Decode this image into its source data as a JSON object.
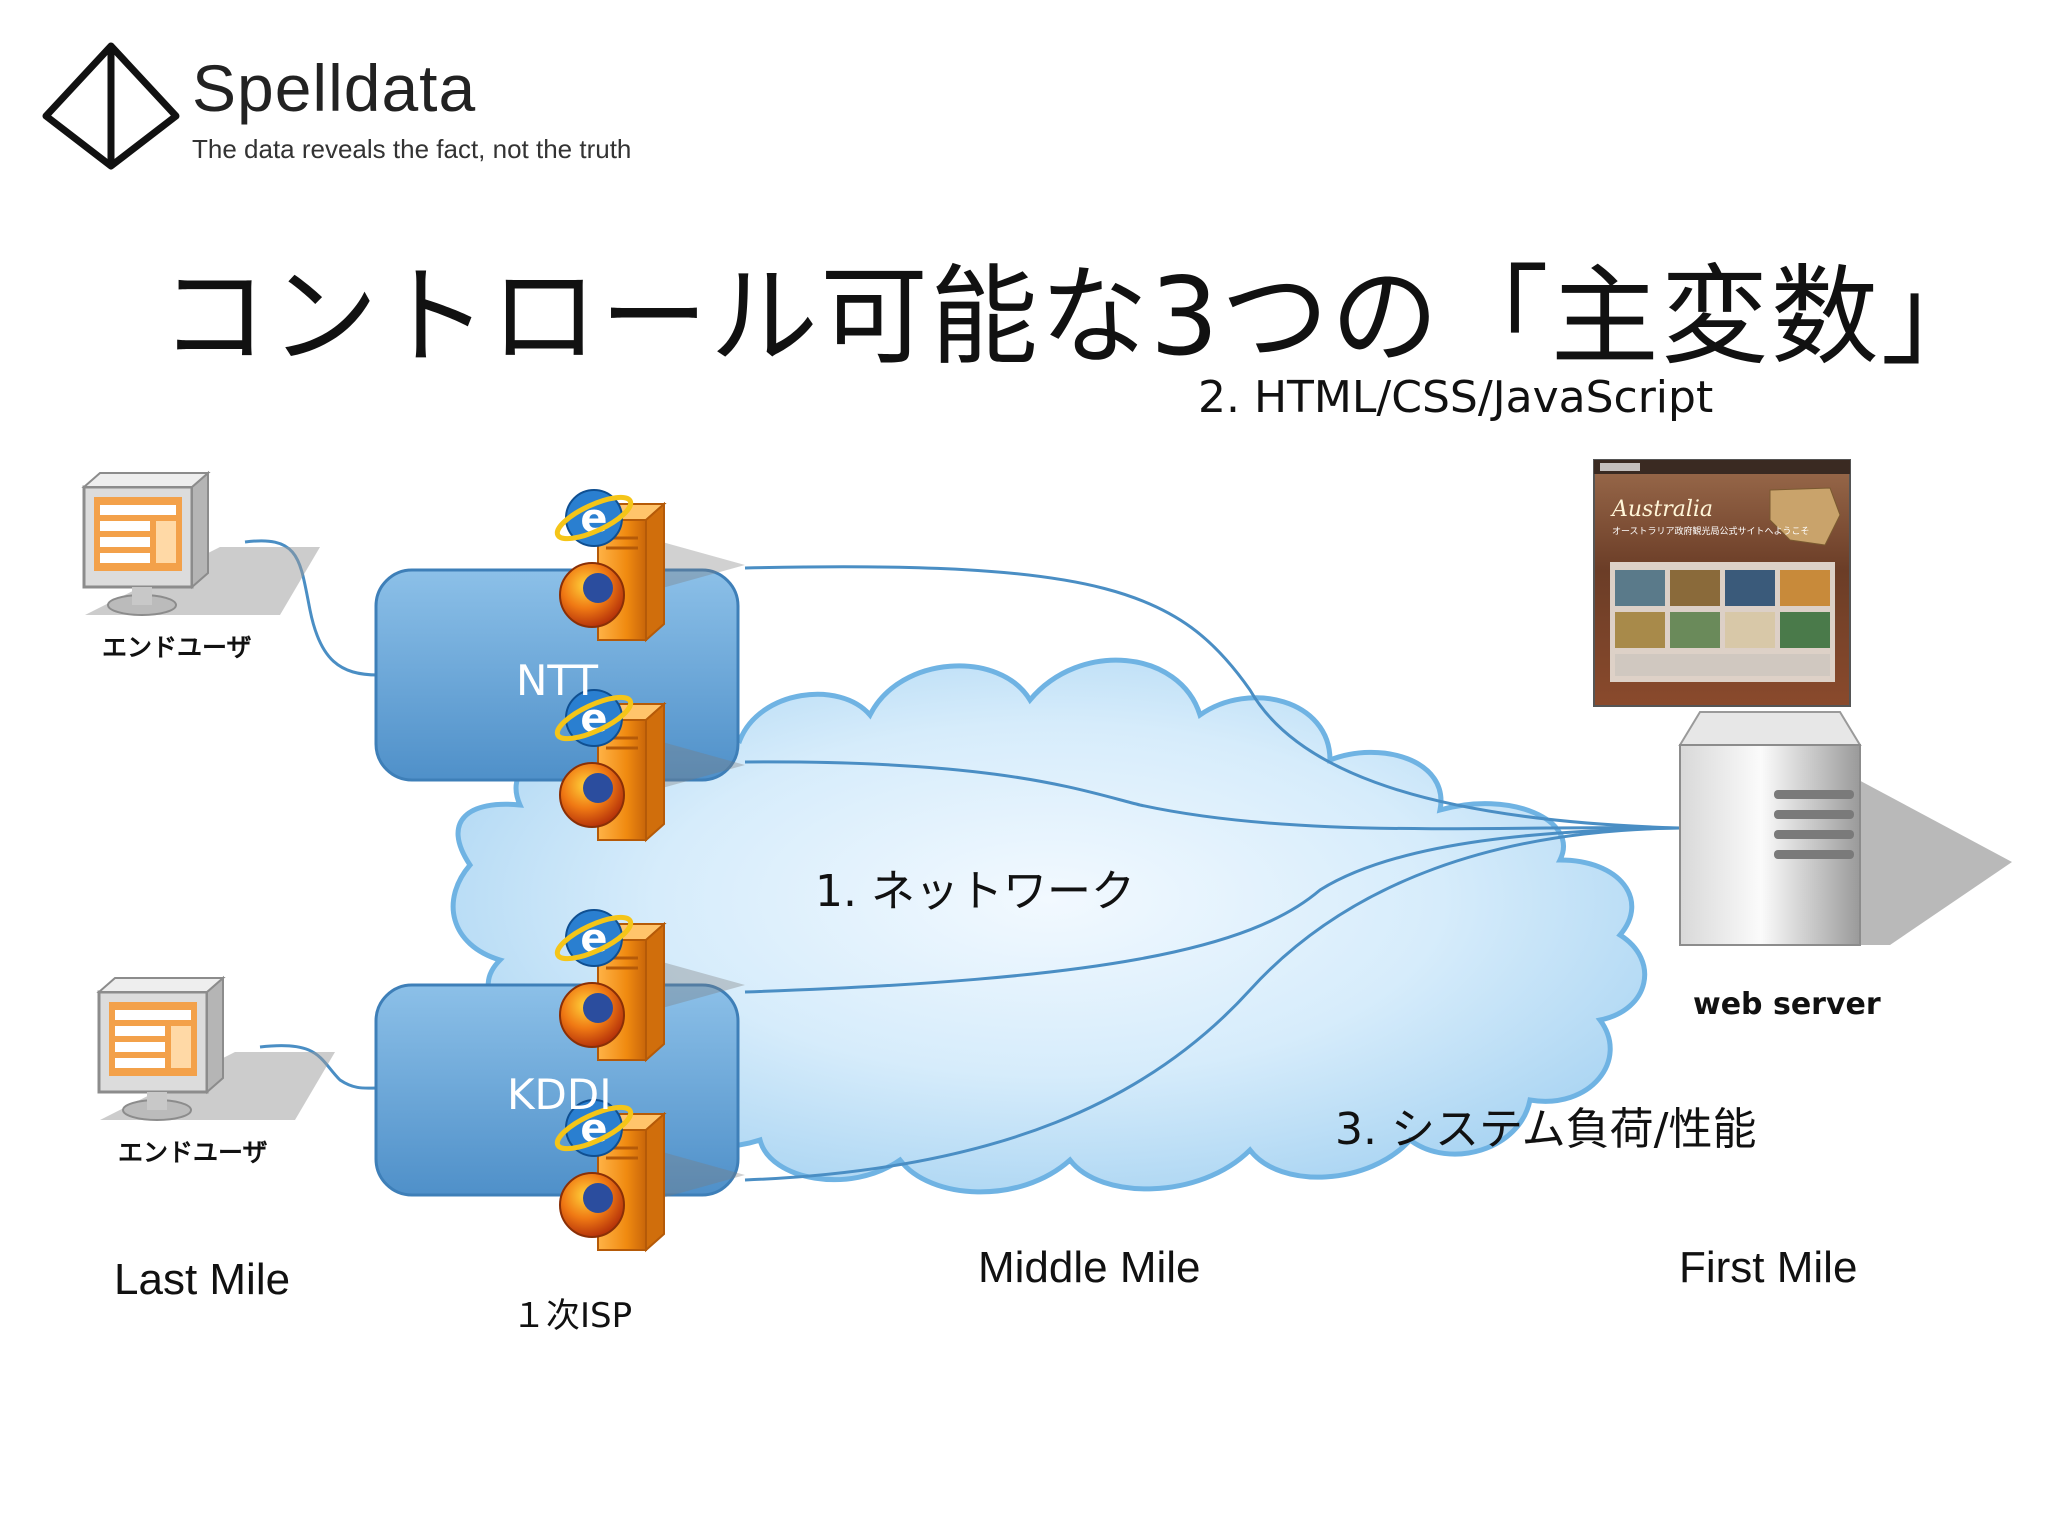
{
  "brand": {
    "name": "Spelldata",
    "tagline": "The data reveals the fact, not the truth"
  },
  "title": "コントロール可能な3つの「主変数」",
  "variables": {
    "network": "1. ネットワーク",
    "frontend": "2. HTML/CSS/JavaScript",
    "system": "3. システム負荷/性能"
  },
  "isps": {
    "ntt": "NTT",
    "kddi": "KDDI",
    "tier": "１次ISP"
  },
  "end_user_label": "エンドユーザ",
  "server_label": "web server",
  "miles": {
    "last": "Last Mile",
    "middle": "Middle Mile",
    "first": "First Mile"
  },
  "website_screenshot": {
    "heading": "Australia",
    "subheading": "オーストラリア政府観光局公式サイトへようこそ"
  },
  "colors": {
    "isp_box": "#6aa6d8",
    "cloud": "#c4e3f7",
    "line": "#4a8ec4",
    "browser_orange": "#f08a10",
    "ie_blue": "#2a7fd0"
  }
}
